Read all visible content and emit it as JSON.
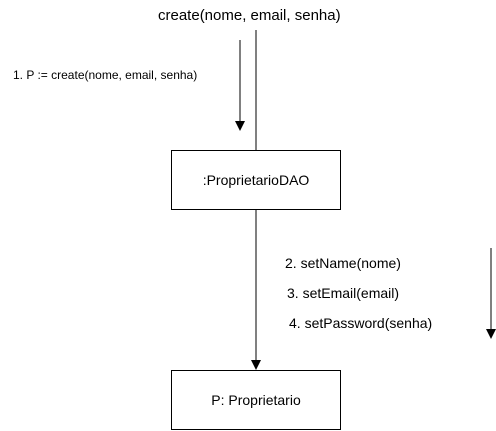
{
  "top_message": "create(nome, email, senha)",
  "message_1": "1. P := create(nome, email, senha)",
  "dao_object": ":ProprietarioDAO",
  "messages_2_to_4": [
    "2. setName(nome)",
    "3. setEmail(email)",
    "4. setPassword(senha)"
  ],
  "proprietario_object": "P: Proprietario"
}
